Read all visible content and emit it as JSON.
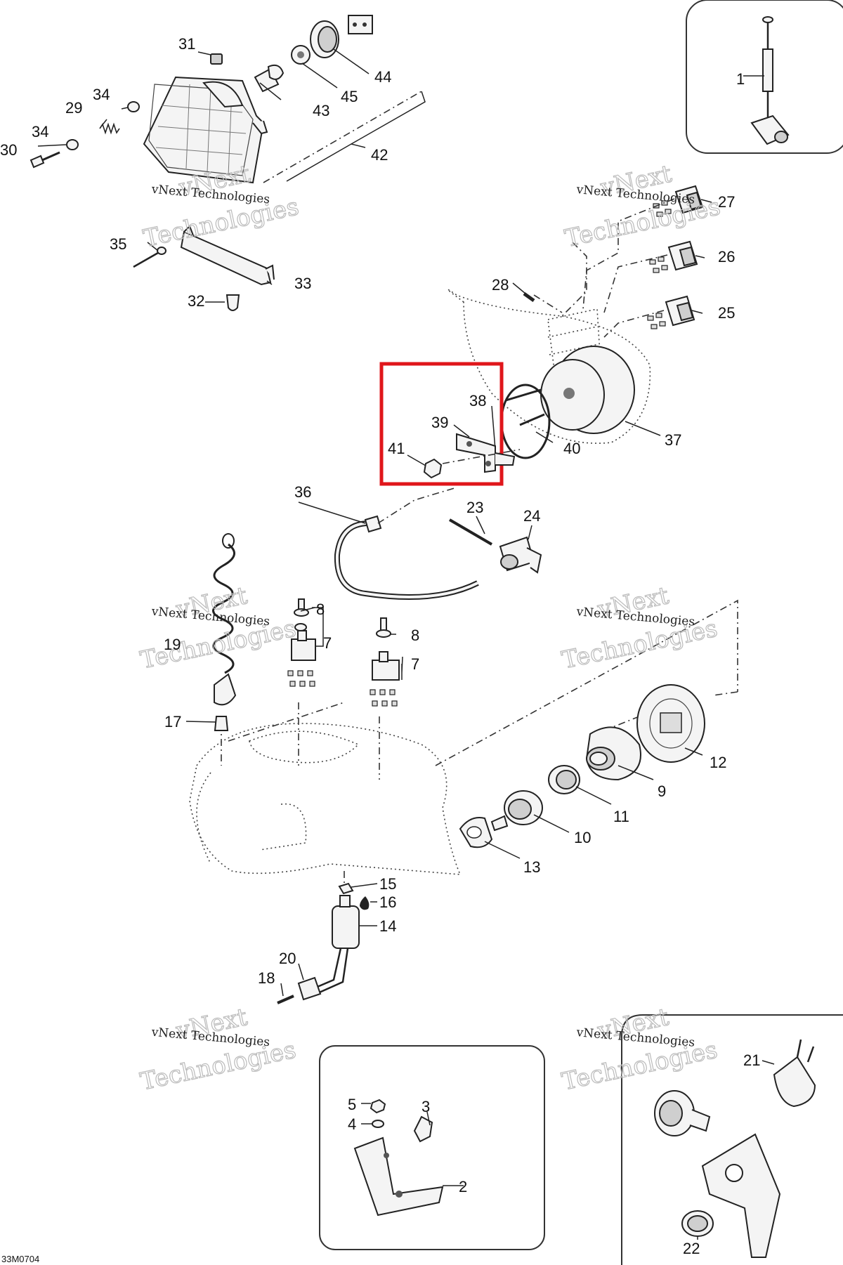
{
  "diagram": {
    "code": "33M0704",
    "watermark": {
      "brand_word": "vNext",
      "company_name": "vNext Technologies",
      "company_word": "Technologies"
    },
    "highlight_color": "#e0161b",
    "callouts": [
      {
        "id": "c1",
        "label": "1"
      },
      {
        "id": "c2",
        "label": "2"
      },
      {
        "id": "c3",
        "label": "3"
      },
      {
        "id": "c4",
        "label": "4"
      },
      {
        "id": "c5",
        "label": "5"
      },
      {
        "id": "c7a",
        "label": "7"
      },
      {
        "id": "c7b",
        "label": "7"
      },
      {
        "id": "c8a",
        "label": "8"
      },
      {
        "id": "c8b",
        "label": "8"
      },
      {
        "id": "c9",
        "label": "9"
      },
      {
        "id": "c10",
        "label": "10"
      },
      {
        "id": "c11",
        "label": "11"
      },
      {
        "id": "c12",
        "label": "12"
      },
      {
        "id": "c13",
        "label": "13"
      },
      {
        "id": "c14",
        "label": "14"
      },
      {
        "id": "c15",
        "label": "15"
      },
      {
        "id": "c16",
        "label": "16"
      },
      {
        "id": "c17",
        "label": "17"
      },
      {
        "id": "c18",
        "label": "18"
      },
      {
        "id": "c19",
        "label": "19"
      },
      {
        "id": "c20",
        "label": "20"
      },
      {
        "id": "c21",
        "label": "21"
      },
      {
        "id": "c22",
        "label": "22"
      },
      {
        "id": "c23",
        "label": "23"
      },
      {
        "id": "c24",
        "label": "24"
      },
      {
        "id": "c25",
        "label": "25"
      },
      {
        "id": "c26",
        "label": "26"
      },
      {
        "id": "c27",
        "label": "27"
      },
      {
        "id": "c28",
        "label": "28"
      },
      {
        "id": "c29",
        "label": "29"
      },
      {
        "id": "c30",
        "label": "30"
      },
      {
        "id": "c31",
        "label": "31"
      },
      {
        "id": "c32",
        "label": "32"
      },
      {
        "id": "c33",
        "label": "33"
      },
      {
        "id": "c34a",
        "label": "34"
      },
      {
        "id": "c34b",
        "label": "34"
      },
      {
        "id": "c35",
        "label": "35"
      },
      {
        "id": "c36",
        "label": "36"
      },
      {
        "id": "c37",
        "label": "37"
      },
      {
        "id": "c38",
        "label": "38"
      },
      {
        "id": "c39",
        "label": "39"
      },
      {
        "id": "c40",
        "label": "40"
      },
      {
        "id": "c41",
        "label": "41"
      },
      {
        "id": "c42",
        "label": "42"
      },
      {
        "id": "c43",
        "label": "43"
      },
      {
        "id": "c44",
        "label": "44"
      },
      {
        "id": "c45",
        "label": "45"
      }
    ]
  }
}
